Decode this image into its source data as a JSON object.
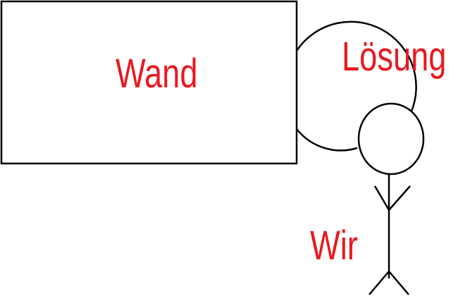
{
  "diagram": {
    "wall_label": "Wand",
    "solution_label": "Lösung",
    "us_label": "Wir",
    "colors": {
      "line": "#000000",
      "text": "#e8191f",
      "background": "#ffffff"
    }
  }
}
